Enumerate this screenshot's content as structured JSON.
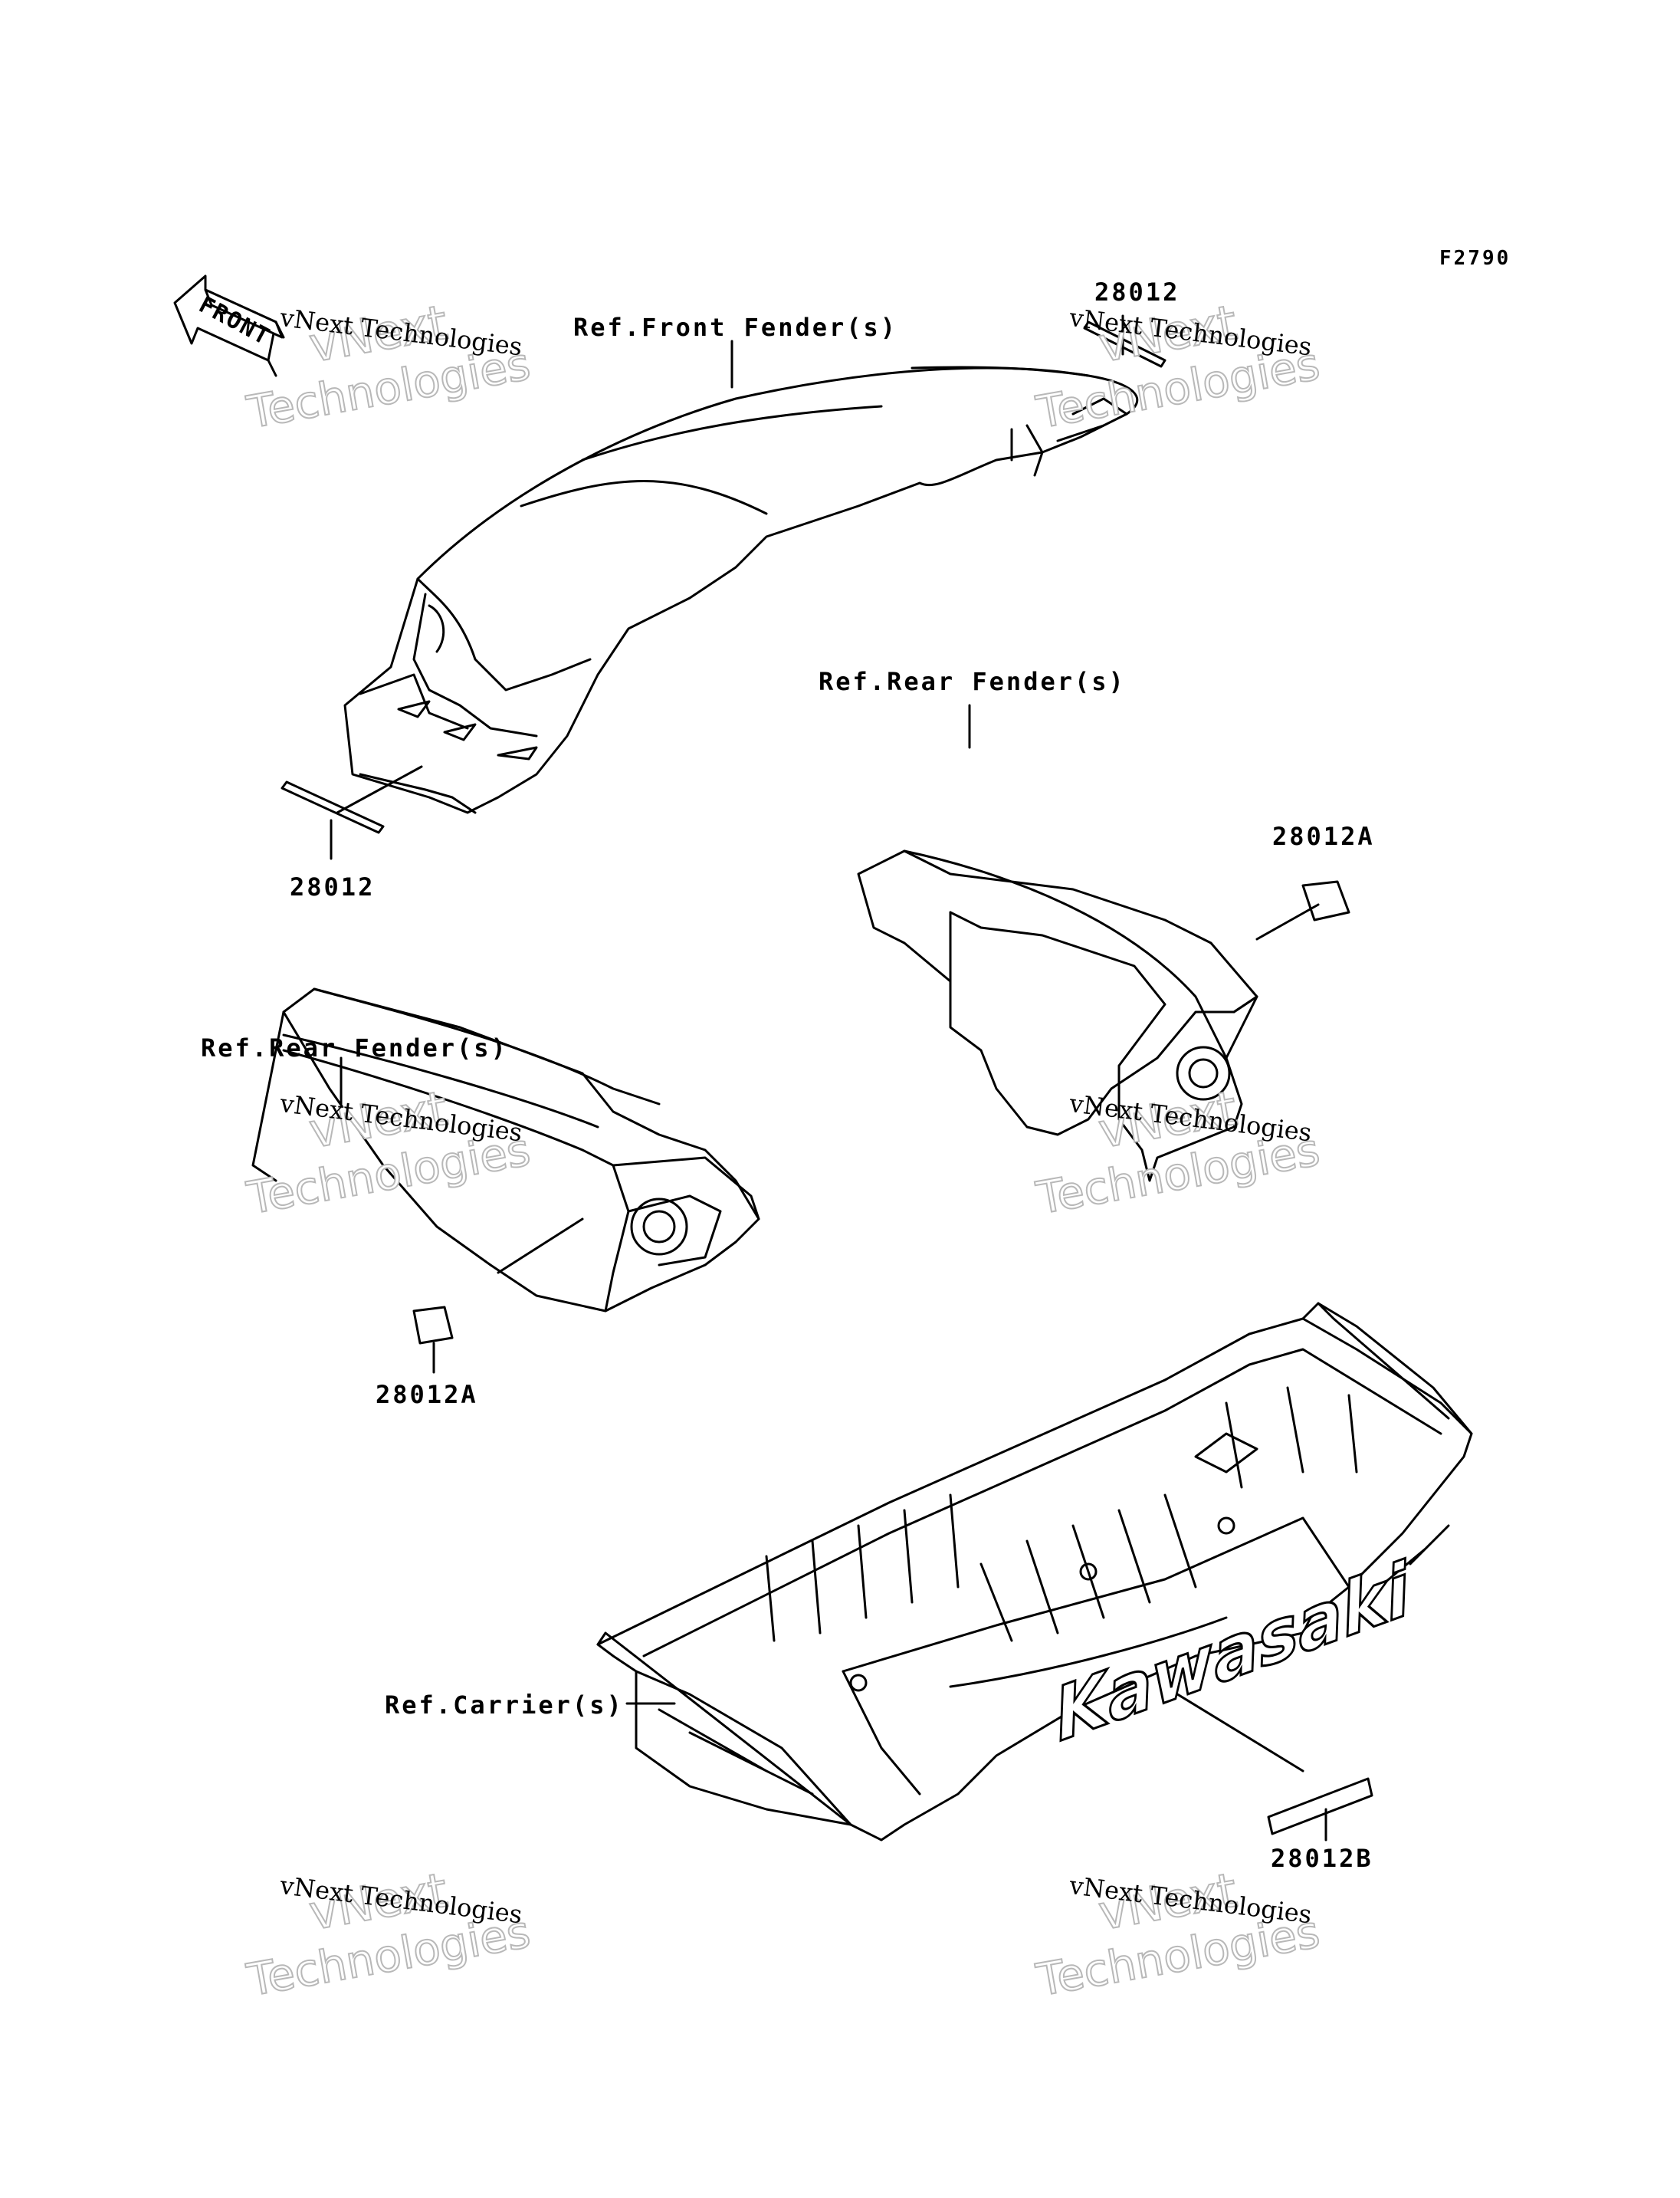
{
  "figure_code": "F2790",
  "direction_label": "FRONT",
  "callouts": {
    "front_fender_ref": "Ref.Front Fender(s)",
    "rear_fender_ref_right": "Ref.Rear Fender(s)",
    "rear_fender_ref_left": "Ref.Rear Fender(s)",
    "carrier_ref": "Ref.Carrier(s)",
    "part_28012_top": "28012",
    "part_28012_bottom": "28012",
    "part_28012A_right": "28012A",
    "part_28012A_left": "28012A",
    "part_28012B": "28012B"
  },
  "decal_brand": "Kawasaki",
  "watermark": {
    "line_small": "vNext Technologies",
    "line_big_1": "vNext",
    "line_big_2": "Technologies"
  },
  "colors": {
    "ink": "#000000",
    "watermark_outline": "#b8b8b8",
    "background": "#ffffff"
  }
}
